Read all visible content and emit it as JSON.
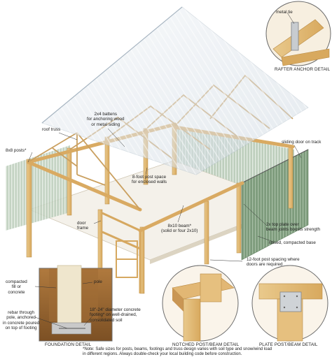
{
  "labels": {
    "metal_tie": "metal tie",
    "rafter_anchor_detail": "RAFTER ANCHOR DETAIL",
    "battens": "2x4 battens\nfor anchoring wood\nor metal siding",
    "roof_truss": "roof truss",
    "posts": "8x8 posts*",
    "sliding_door": "sliding door on track",
    "post_space": "8-foot post space\nfor enclosed walls",
    "door_frame": "door\nframe",
    "beam": "8x10 beam*\n(solid or four 2x10)",
    "top_plate": "2x top plate over\nbeam joints boosts strength",
    "raised_base": "raised, compacted base",
    "post_spacing": "12-foot post spacing where\ndoors are required",
    "compacted_fill": "compacted\nfill or\nconcrete",
    "pole": "pole",
    "rebar": "rebar through\npole, anchored\nin concrete poured\non top of footing",
    "footing": "18\"-24\" diameter concrete\nfooting* on well-drained,\nconsolidated soil",
    "foundation_detail": "FOUNDATION DETAIL",
    "notched_detail": "NOTCHED POST/BEAM DETAIL",
    "plate_detail": "PLATE POST/BEAM DETAIL"
  },
  "note": "*Note: Safe sizes for posts, beams, footings and truss design varies with soil type and snow/wind load\nin different regions. Always double-check your local building code before construction."
}
